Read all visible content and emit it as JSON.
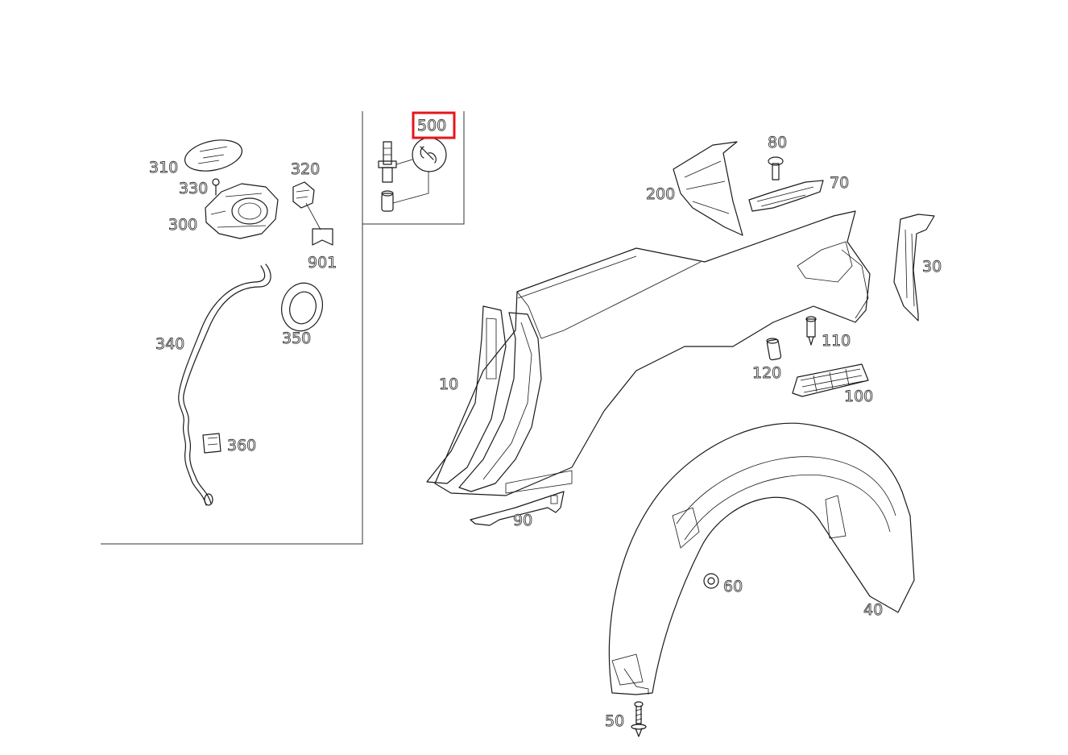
{
  "diagram": {
    "highlight_color": "#e8141c",
    "line_color": "#1a1a1a",
    "callouts": {
      "c10": "10",
      "c30": "30",
      "c40": "40",
      "c50": "50",
      "c60": "60",
      "c70": "70",
      "c80": "80",
      "c90": "90",
      "c100": "100",
      "c110": "110",
      "c120": "120",
      "c200": "200",
      "c300": "300",
      "c310": "310",
      "c320": "320",
      "c330": "330",
      "c340": "340",
      "c350": "350",
      "c360": "360",
      "c500": "500",
      "c901": "901"
    },
    "highlighted_callout": "500"
  }
}
